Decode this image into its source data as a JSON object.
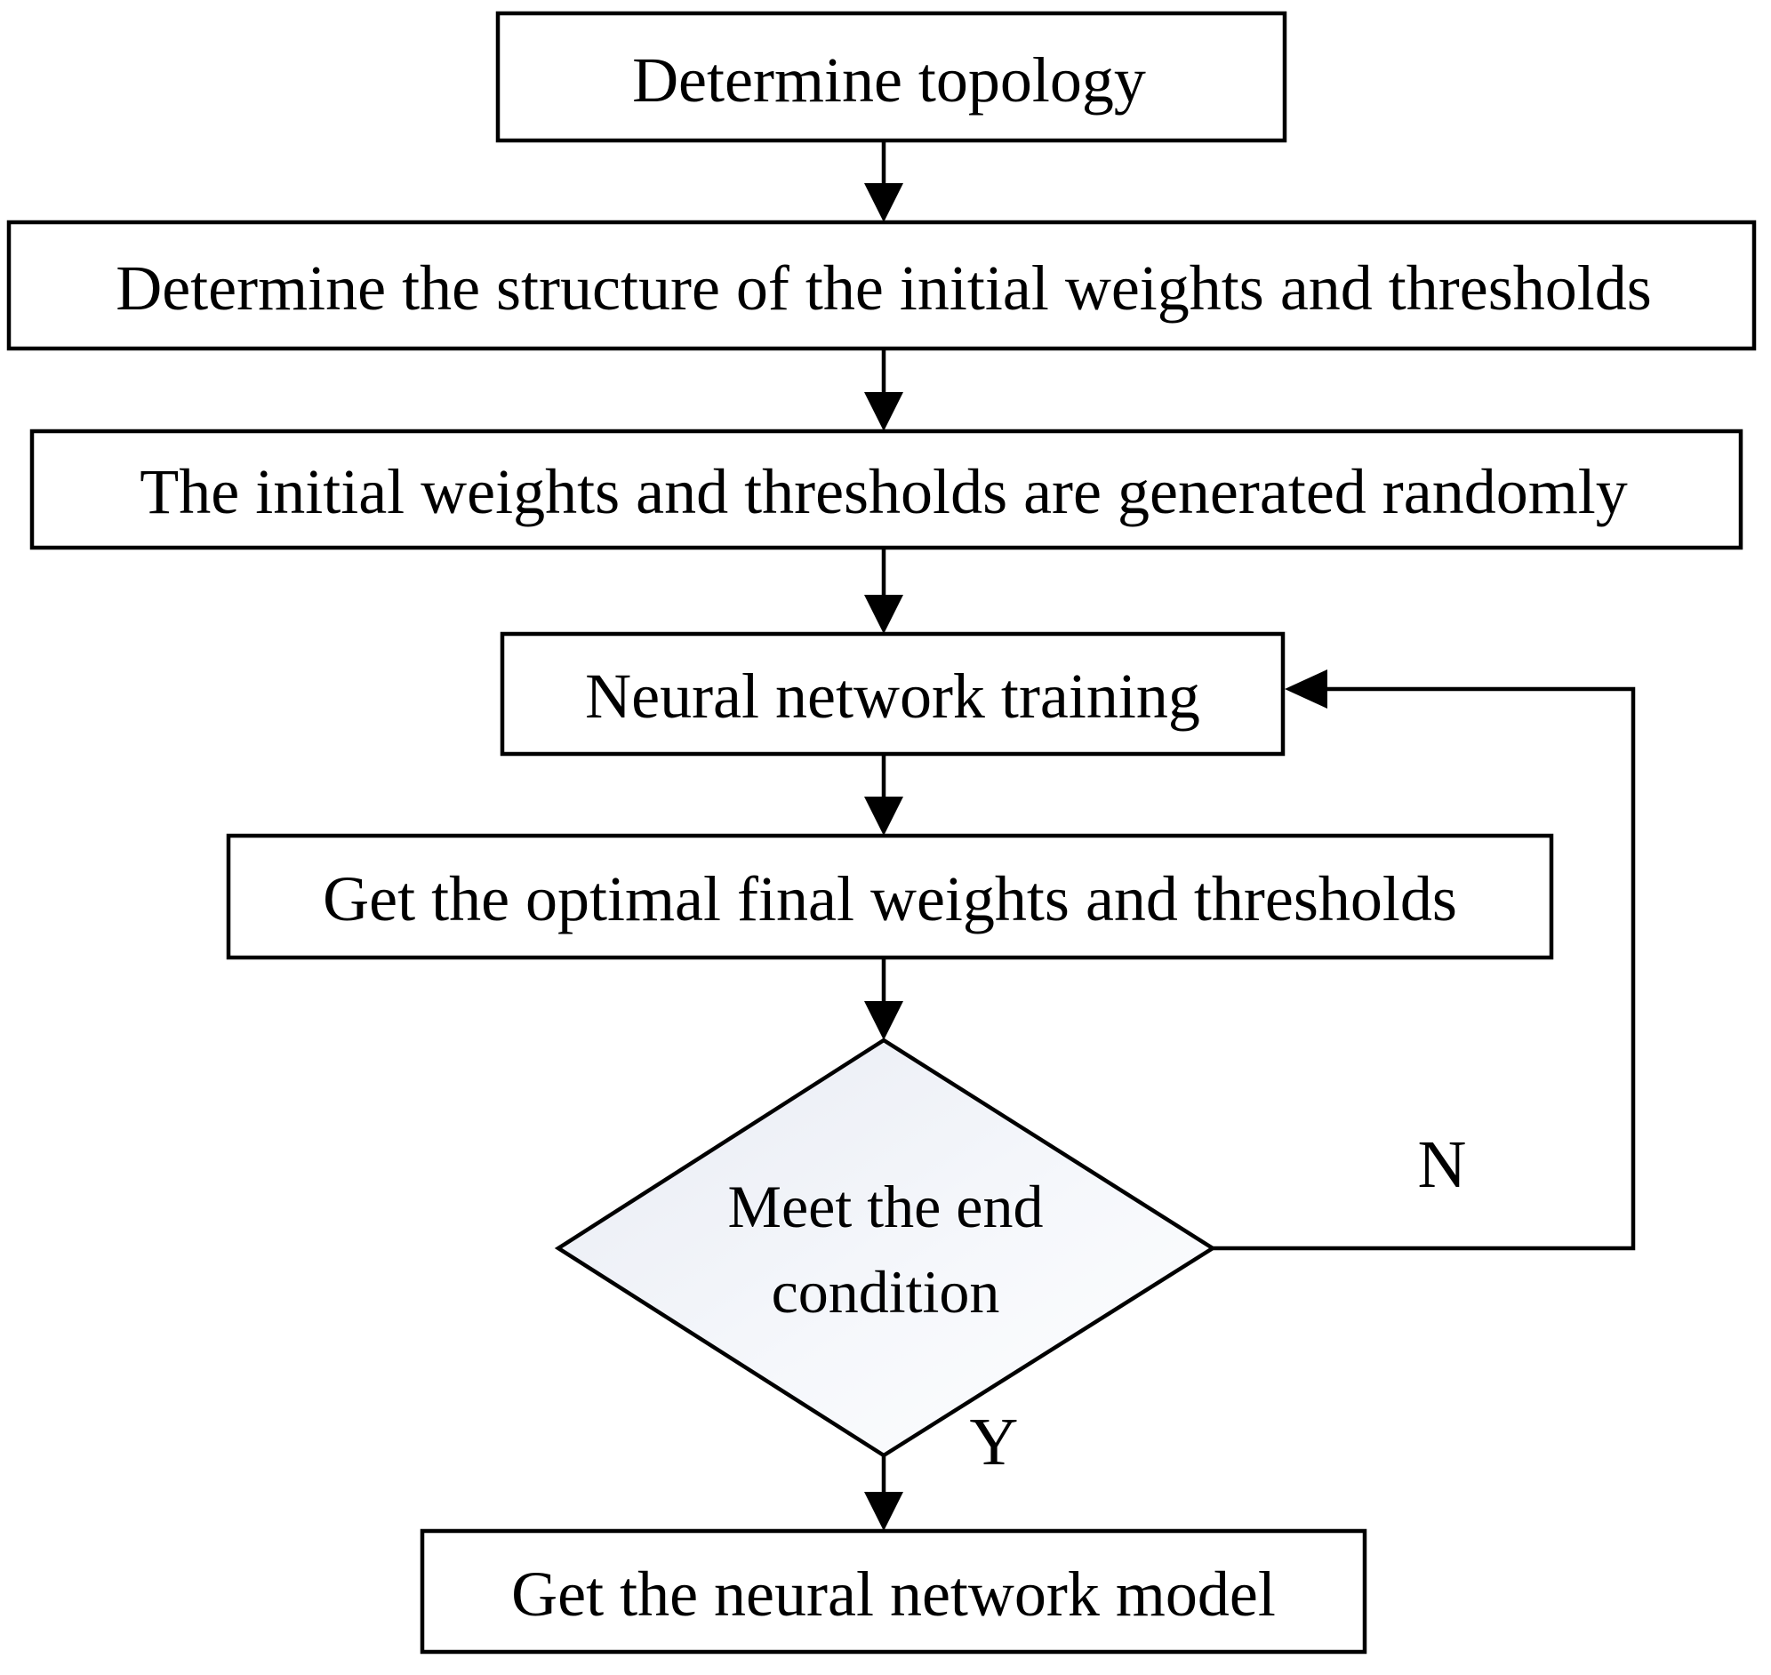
{
  "diagram": {
    "type": "flowchart",
    "colors": {
      "background": "#ffffff",
      "stroke": "#000000",
      "text": "#000000",
      "process_fill": "#ffffff",
      "decision_fill_start": "#e8ebf3",
      "decision_fill_end": "#ffffff"
    },
    "nodes": {
      "topology": {
        "type": "process",
        "label": "Determine topology"
      },
      "structure": {
        "type": "process",
        "label": "Determine the structure of the initial weights and thresholds"
      },
      "random_init": {
        "type": "process",
        "label": "The initial weights and thresholds are generated randomly"
      },
      "training": {
        "type": "process",
        "label": "Neural network training"
      },
      "optimal": {
        "type": "process",
        "label": "Get the optimal final weights and thresholds"
      },
      "end_condition": {
        "type": "decision",
        "label_line1": "Meet the end",
        "label_line2": "condition"
      },
      "model": {
        "type": "process",
        "label": "Get the neural network model"
      }
    },
    "branch_labels": {
      "no": "N",
      "yes": "Y"
    }
  }
}
